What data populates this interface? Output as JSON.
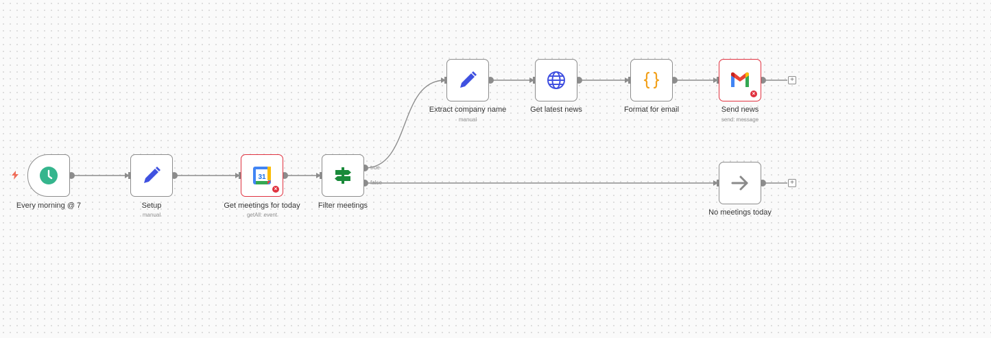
{
  "workflow": {
    "nodes": [
      {
        "id": "every-morning",
        "label": "Every morning @ 7",
        "subtitle": "",
        "icon": "clock-icon",
        "error": false
      },
      {
        "id": "setup",
        "label": "Setup",
        "subtitle": "manual",
        "icon": "pencil-icon",
        "error": false
      },
      {
        "id": "get-meetings",
        "label": "Get meetings for today",
        "subtitle": "getAll: event",
        "icon": "google-calendar-icon",
        "error": true
      },
      {
        "id": "filter-meetings",
        "label": "Filter meetings",
        "subtitle": "",
        "icon": "signpost-icon",
        "error": false
      },
      {
        "id": "extract-company",
        "label": "Extract company name",
        "subtitle": "manual",
        "icon": "pencil-icon",
        "error": false
      },
      {
        "id": "get-latest-news",
        "label": "Get latest news",
        "subtitle": "",
        "icon": "globe-icon",
        "error": false
      },
      {
        "id": "format-email",
        "label": "Format for email",
        "subtitle": "",
        "icon": "braces-icon",
        "error": false
      },
      {
        "id": "send-news",
        "label": "Send news",
        "subtitle": "send: message",
        "icon": "gmail-icon",
        "error": true
      },
      {
        "id": "no-meetings",
        "label": "No meetings today",
        "subtitle": "",
        "icon": "arrow-right-icon",
        "error": false
      }
    ],
    "ports": {
      "true_label": "true",
      "false_label": "false"
    },
    "calendar_day": "31",
    "add_label": "+",
    "error_mark": "×"
  },
  "colors": {
    "edge": "#8c8c8c",
    "error": "#e0313f",
    "clock": "#35b58d",
    "pencil": "#3f51e0",
    "signpost": "#1a8a3a",
    "globe": "#3f4fe0",
    "braces": "#f2a11c",
    "trigger_bolt": "#ef6d59"
  }
}
